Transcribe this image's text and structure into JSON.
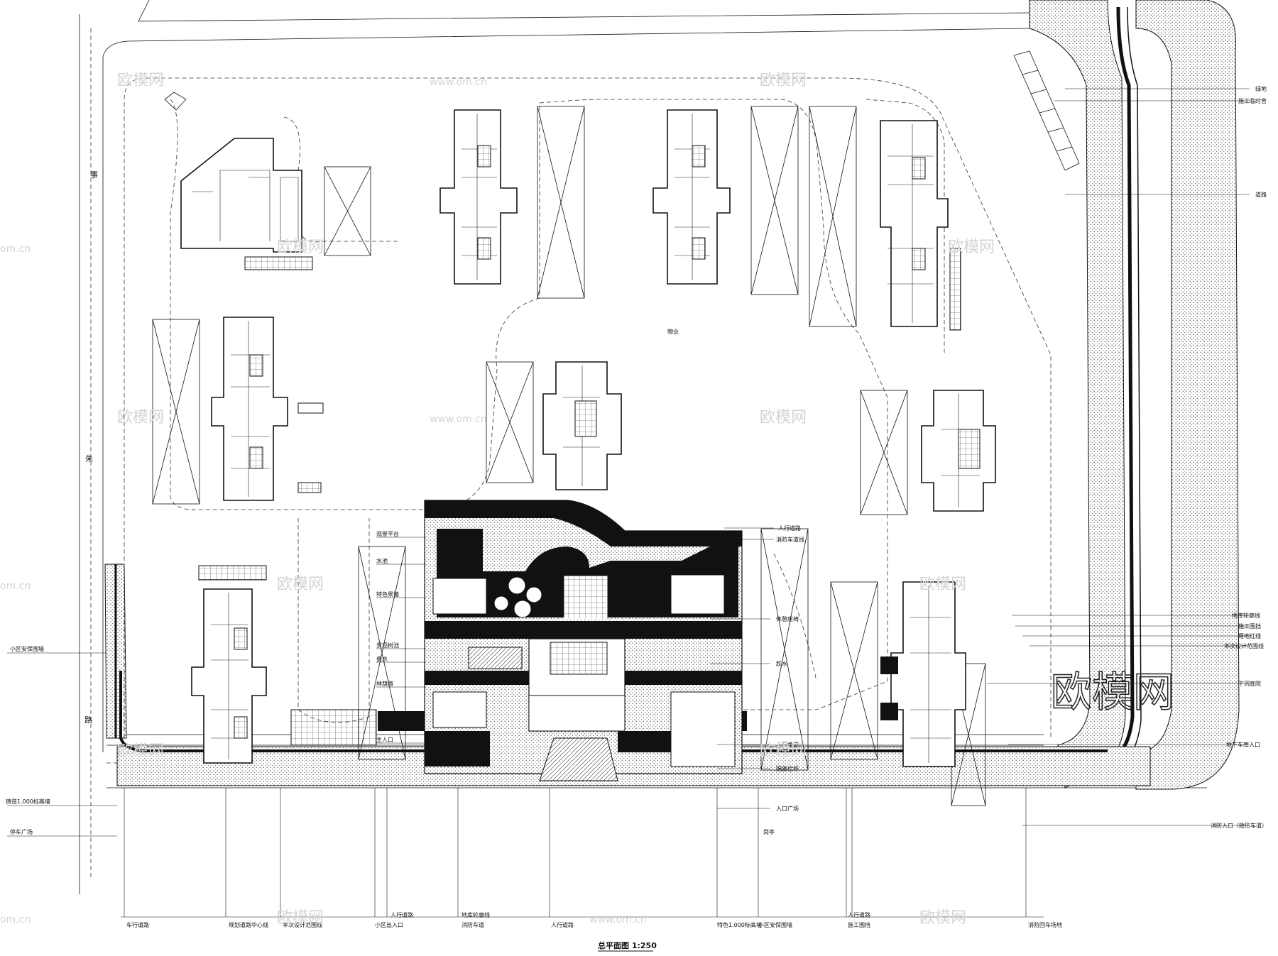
{
  "roads": {
    "west_road_chars": [
      "事",
      "朱",
      "路"
    ]
  },
  "drawing_title": "总平面图 1:250",
  "watermarks": {
    "brand": "欧模网",
    "site": "www.om.cn",
    "domain_cut": "om.cn"
  },
  "callouts_right": [
    "绿地",
    "施工临时舍",
    "道路",
    "地库轮廓线",
    "施工围挡",
    "用地红线",
    "本次设计范围线",
    "下沉庭院",
    "地下车库入口",
    "消防入口（隐形车道）"
  ],
  "callouts_left": [
    "小区安保围墙",
    "铸造1.000标高墙",
    "停车广场"
  ],
  "callouts_bottom": [
    "车行道路",
    "规划道路中心线",
    "本次设计范围线",
    "人行道路",
    "小区出入口",
    "地库轮廓线",
    "消防车道",
    "人行道路",
    "特色1.000标高墙",
    "小区安保围墙",
    "人行道路",
    "施工围挡",
    "消防回车场地"
  ],
  "callouts_center": [
    "人行道路",
    "消防车道线",
    "观景平台",
    "水池",
    "特色景墙",
    "休憩座椅",
    "景观树池",
    "叠水",
    "跌水",
    "林荫路",
    "主人口",
    "人行步道",
    "隔离栏杆",
    "入口广场",
    "岗亭",
    "物业"
  ]
}
